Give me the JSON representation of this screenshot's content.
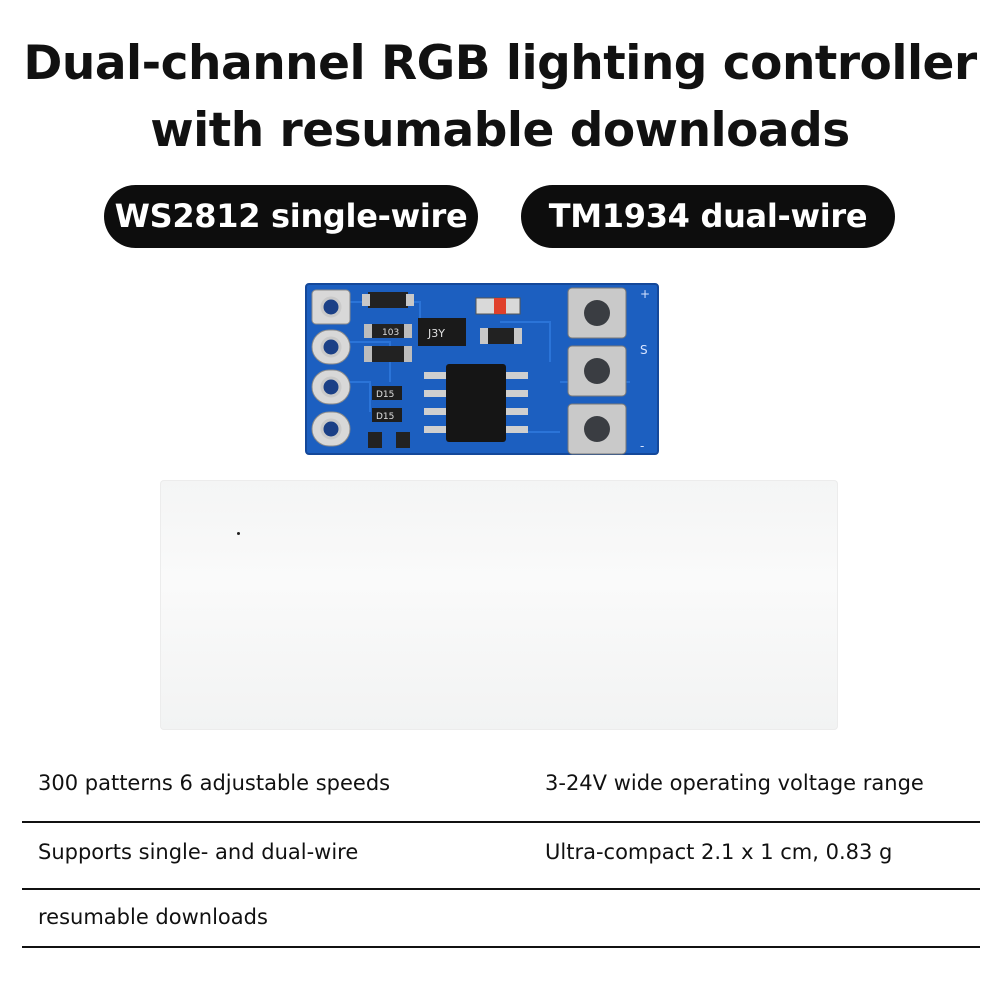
{
  "title": {
    "line1": "Dual-channel RGB lighting controller",
    "line2": "with resumable downloads"
  },
  "tags": {
    "left": "WS2812 single-wire",
    "right": "TM1934 dual-wire"
  },
  "board": {
    "labels": [
      "103",
      "J3Y",
      "D15",
      "D15"
    ],
    "edge_marks": [
      "+",
      "S",
      "-"
    ],
    "board_color": "#1c5fc0"
  },
  "specs": {
    "row1_left": "300 patterns   6 adjustable speeds",
    "row1_right": "3-24V wide operating voltage range",
    "row2_left": "Supports single- and dual-wire",
    "row2_right": "Ultra-compact 2.1 x 1 cm, 0.83 g",
    "row3_left": "resumable downloads"
  }
}
